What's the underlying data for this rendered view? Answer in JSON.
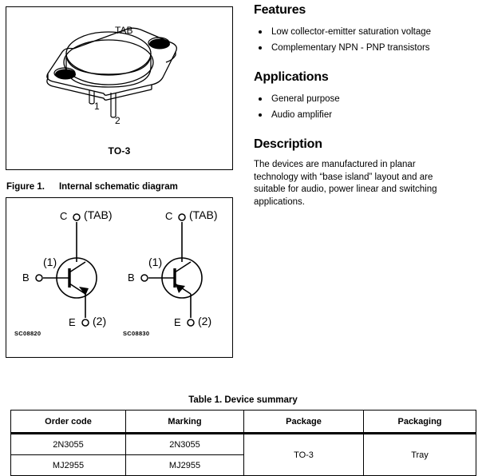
{
  "package_figure": {
    "tab_label": "TAB",
    "pin1_label": "1",
    "pin2_label": "2",
    "package_name": "TO-3"
  },
  "features": {
    "heading": "Features",
    "items": [
      "Low collector-emitter saturation voltage",
      "Complementary NPN - PNP transistors"
    ]
  },
  "applications": {
    "heading": "Applications",
    "items": [
      "General purpose",
      "Audio amplifier"
    ]
  },
  "description": {
    "heading": "Description",
    "text": "The devices are manufactured in planar technology with “base island” layout and are suitable for audio, power linear and switching applications."
  },
  "figure1": {
    "number": "Figure 1.",
    "title": "Internal schematic diagram",
    "npn": {
      "collector_label": "C",
      "collector_note": "(TAB)",
      "base_label": "B",
      "base_note": "(1)",
      "emitter_label": "E",
      "emitter_note": "(2)",
      "drawing_code": "SC08820"
    },
    "pnp": {
      "collector_label": "C",
      "collector_note": "(TAB)",
      "base_label": "B",
      "base_note": "(1)",
      "emitter_label": "E",
      "emitter_note": "(2)",
      "drawing_code": "SC08830"
    }
  },
  "table1": {
    "caption": "Table 1. Device summary",
    "columns": [
      "Order code",
      "Marking",
      "Package",
      "Packaging"
    ],
    "rows": [
      {
        "order_code": "2N3055",
        "marking": "2N3055"
      },
      {
        "order_code": "MJ2955",
        "marking": "MJ2955"
      }
    ],
    "package": "TO-3",
    "packaging": "Tray"
  }
}
